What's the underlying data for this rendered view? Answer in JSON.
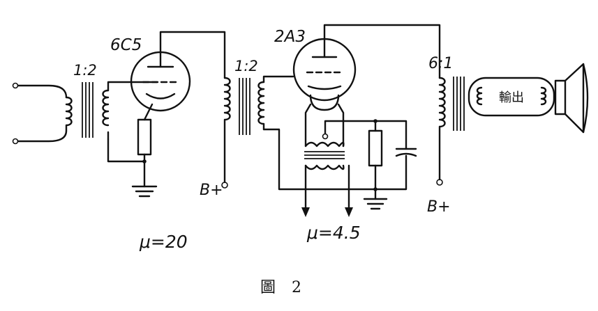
{
  "stage1": {
    "tube": "6C5",
    "input_ratio": "1:2",
    "mu": "μ=20"
  },
  "stage2": {
    "tube": "2A3",
    "interstage_ratio": "1:2",
    "mu": "μ=4.5"
  },
  "output": {
    "ratio": "6:1",
    "speaker_label": "輸出"
  },
  "supply": {
    "bplus_1": "B+",
    "bplus_2": "B+"
  },
  "caption": {
    "label": "圖",
    "number": "2"
  }
}
